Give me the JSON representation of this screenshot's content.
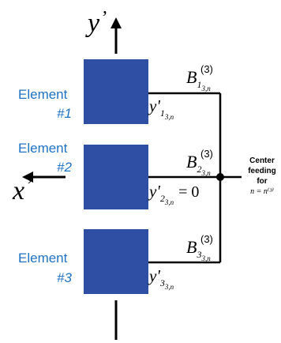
{
  "colors": {
    "element_fill": "#2E4FA3",
    "label_blue": "#1F73C4",
    "line": "#000000"
  },
  "axes": {
    "vertical": {
      "symbol": "y",
      "prime": "’"
    },
    "horizontal": {
      "symbol": "x",
      "prime": "’"
    }
  },
  "elements": [
    {
      "word": "Element",
      "number": "#1",
      "B": {
        "base": "B",
        "sub": "1",
        "subsub": "3,n",
        "sup": "(3)"
      },
      "y": {
        "base": "y'",
        "sub": "1",
        "subsub": "3,n"
      }
    },
    {
      "word": "Element",
      "number": "#2",
      "B": {
        "base": "B",
        "sub": "2",
        "subsub": "3,n",
        "sup": "(3)"
      },
      "y": {
        "base": "y'",
        "sub": "2",
        "subsub": "3,n",
        "suffix": "= 0"
      }
    },
    {
      "word": "Element",
      "number": "#3",
      "B": {
        "base": "B",
        "sub": "3",
        "subsub": "3,n",
        "sup": "(3)"
      },
      "y": {
        "base": "y'",
        "sub": "3",
        "subsub": "3,n"
      }
    }
  ],
  "center_feeding": {
    "lines": [
      "Center",
      "feeding",
      "for"
    ],
    "formula": "n = n⁽³⁾"
  }
}
